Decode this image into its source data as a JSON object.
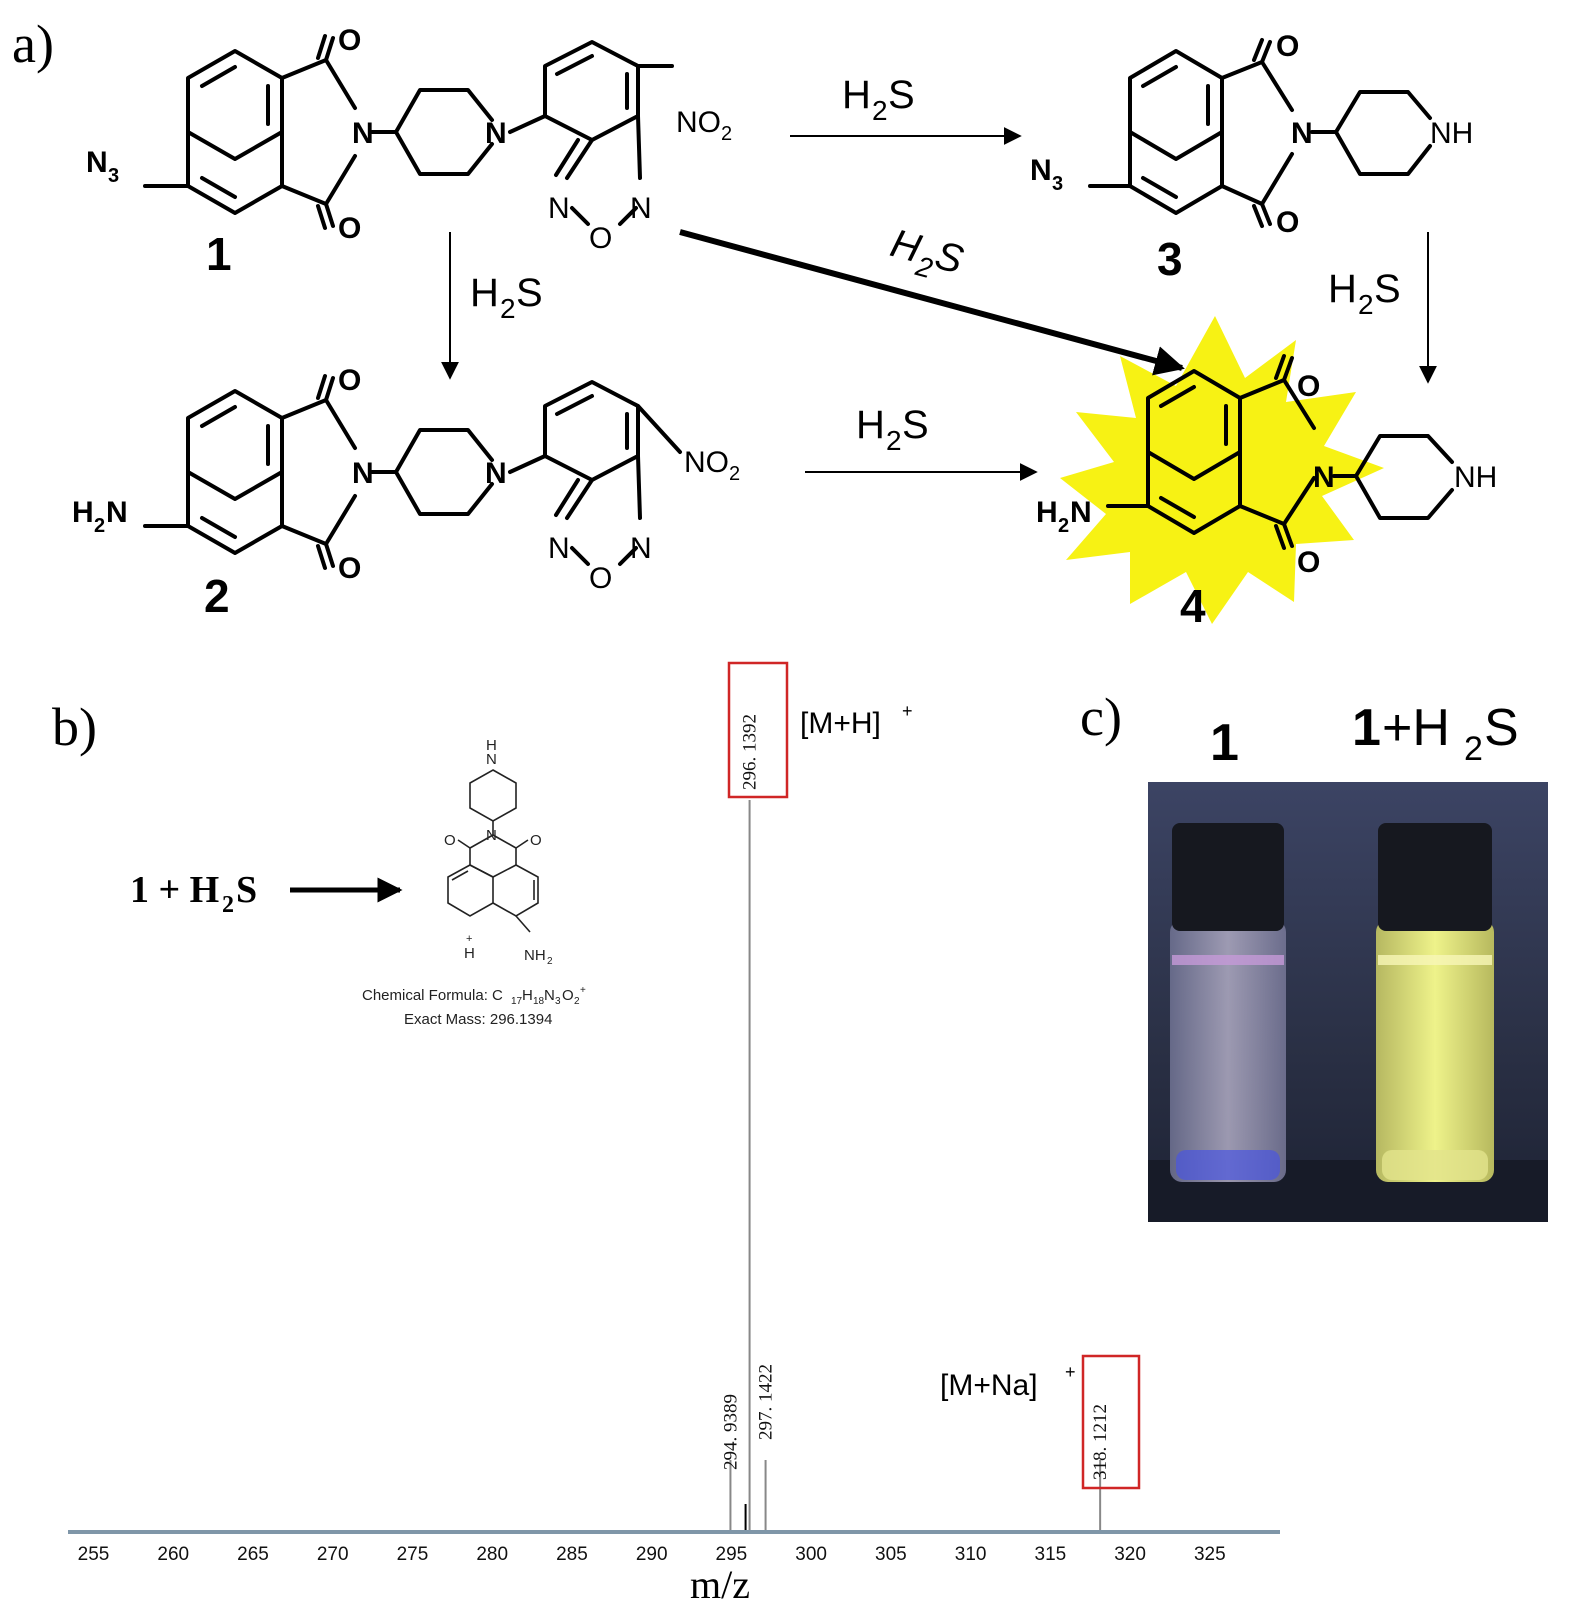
{
  "panels": {
    "a": "a)",
    "b": "b)",
    "c": "c)"
  },
  "compounds": {
    "c1": "1",
    "c2": "2",
    "c3": "3",
    "c4": "4"
  },
  "atoms": {
    "o": "O",
    "n": "N",
    "o_ring": "O",
    "nh": "NH",
    "n3": "N",
    "n3_sub": "3",
    "h2n_h": "H",
    "h2n_sub": "2",
    "h2n_n": "N",
    "no2": "NO",
    "no2_sub": "2",
    "n_ring": "N"
  },
  "reagent": {
    "main": "H",
    "sub": "2",
    "tail": "S"
  },
  "panel_b": {
    "reaction_lhs": "1 + H",
    "reaction_sub": "2",
    "reaction_tail": "S",
    "formula_label": "Chemical Formula: C",
    "formula_c": "17",
    "formula_h": "H",
    "formula_h_sub": "18",
    "formula_n": "N",
    "formula_n_sub": "3",
    "formula_o": "O",
    "formula_o_sub": "2",
    "formula_charge": "+",
    "exact_mass": "Exact Mass: 296.1394",
    "struct_h": "H",
    "struct_plus": "+",
    "struct_nh2": "NH",
    "struct_nh2_sub": "2",
    "struct_nh": "N",
    "struct_nh_h": "H",
    "struct_n": "N",
    "struct_o": "O"
  },
  "panel_c": {
    "label_1": "1",
    "label_2_a": "1",
    "label_2_b": "+H",
    "label_2_sub": "2",
    "label_2_c": "S"
  },
  "chart_data": {
    "type": "bar",
    "xlabel": "m/z",
    "xlim": [
      253.4,
      329.4
    ],
    "x_ticks": [
      255,
      260,
      265,
      270,
      275,
      280,
      285,
      290,
      295,
      300,
      305,
      310,
      315,
      320,
      325
    ],
    "peaks": [
      {
        "mz": 294.9389,
        "label": "294. 9389",
        "rel": 0.05
      },
      {
        "mz": 296.1392,
        "label": "296. 1392",
        "rel": 1.0
      },
      {
        "mz": 297.1422,
        "label": "297. 1422",
        "rel": 0.07
      },
      {
        "mz": 318.1212,
        "label": "318. 1212",
        "rel": 0.05
      }
    ],
    "annotations": [
      {
        "text": "[M+H]",
        "sup": "+",
        "peak": 296.1392
      },
      {
        "text": "[M+Na]",
        "sup": "+",
        "peak": 318.1212
      }
    ],
    "boxed_peaks": [
      296.1392,
      318.1212
    ]
  },
  "colors": {
    "highlight": "#f7f214",
    "box": "#d02626",
    "axis": "#7f96a8",
    "photo_bg": "#2a3045"
  }
}
